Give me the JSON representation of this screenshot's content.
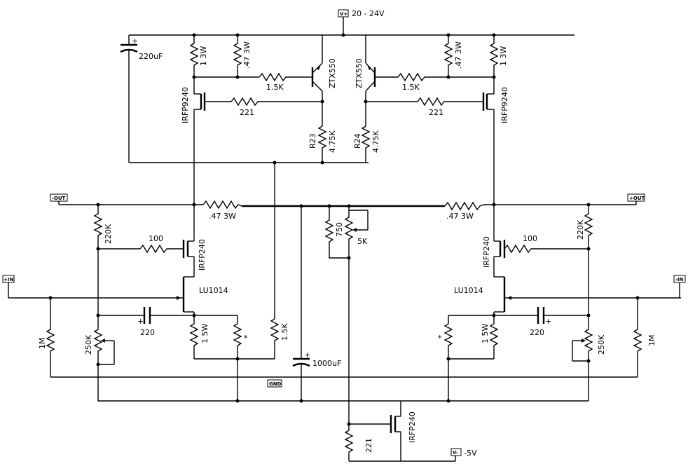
{
  "ports": {
    "vplus": {
      "tag": "V+",
      "text": "20 - 24V"
    },
    "vminus": {
      "tag": "V-",
      "text": "-5V"
    },
    "out_minus": "-OUT",
    "out_plus": "+OUT",
    "in_plus": "+IN",
    "in_minus": "-IN",
    "gnd": "GND"
  },
  "components": {
    "cap_220uf": "220uF",
    "cap_1000uf": "1000uF",
    "cap_220_left": "220",
    "cap_220_right": "220",
    "r_1_3w_left": "1 3W",
    "r_1_3w_right": "1 3W",
    "r_47_3w_top_left": ".47 3W",
    "r_47_3w_top_right": ".47 3W",
    "r_1_5k_left": "1.5K",
    "r_1_5k_right": "1.5K",
    "r_221_left": "221",
    "r_221_right": "221",
    "r_221_bottom": "221",
    "r23_ref": "R23",
    "r23_val": "4.75K",
    "r24_ref": "R24",
    "r24_val": "4.75K",
    "r_47_3w_mid_left": ".47 3W",
    "r_47_3w_mid_right": ".47 3W",
    "r_750": "750",
    "pot_5k": "5K",
    "r_220k_left": "220K",
    "r_220k_right": "220K",
    "r_100_left": "100",
    "r_100_right": "100",
    "r_1m_left": "1M",
    "r_1m_right": "1M",
    "pot_250k_left": "250K",
    "pot_250k_right": "250K",
    "r_15w_left": "1 5W",
    "r_15w_right": "1 5W",
    "r_1_5k_mid": "1.5K",
    "star_left": "*",
    "star_right": "*",
    "q_ztx550_left": "ZTX550",
    "q_ztx550_right": "ZTX550",
    "q_irfp9240_left": "IRFP9240",
    "q_irfp9240_right": "IRFP9240",
    "q_irfp240_left": "IRFP240",
    "q_irfp240_right": "IRFP240",
    "q_irfp240_bottom": "IRFP240",
    "q_lu1014_left": "LU1014",
    "q_lu1014_right": "LU1014",
    "plus_sign": "+"
  }
}
